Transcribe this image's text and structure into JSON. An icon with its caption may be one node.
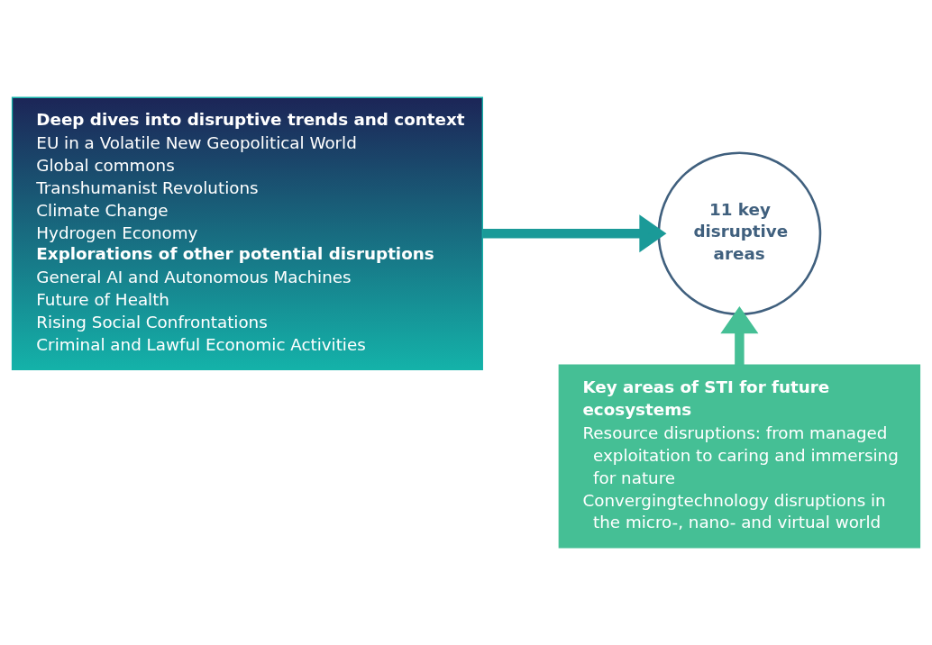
{
  "diagram": {
    "nodes": [
      {
        "text": [
          "Deep dives into disruptive trends and context",
          "EU in a Volatile New Geopolitical World",
          "Global commons",
          "Transhumanist Revolutions",
          "Climate Change",
          "Hydrogen Economy",
          "Explorations of other potential disruptions",
          "General AI and Autonomous Machines",
          "Future of Health",
          "Rising Social Confrontations",
          "Criminal and Lawful Economic Activities"
        ]
      },
      {
        "text": [
          "11 key disruptive areas"
        ]
      },
      {
        "text": [
          "Key areas of STI for future ecosystems",
          "Resource disruptions: from managed exploitation to caring and immersing for nature",
          "Convergingtechnology disruptions in the micro-, nano- and virtual world"
        ]
      }
    ],
    "edges": [
      {
        "from": 0,
        "to": 1,
        "arrow": "to",
        "color": "#1a9a98"
      },
      {
        "from": 2,
        "to": 1,
        "arrow": "to",
        "color": "#45bf95"
      }
    ]
  }
}
